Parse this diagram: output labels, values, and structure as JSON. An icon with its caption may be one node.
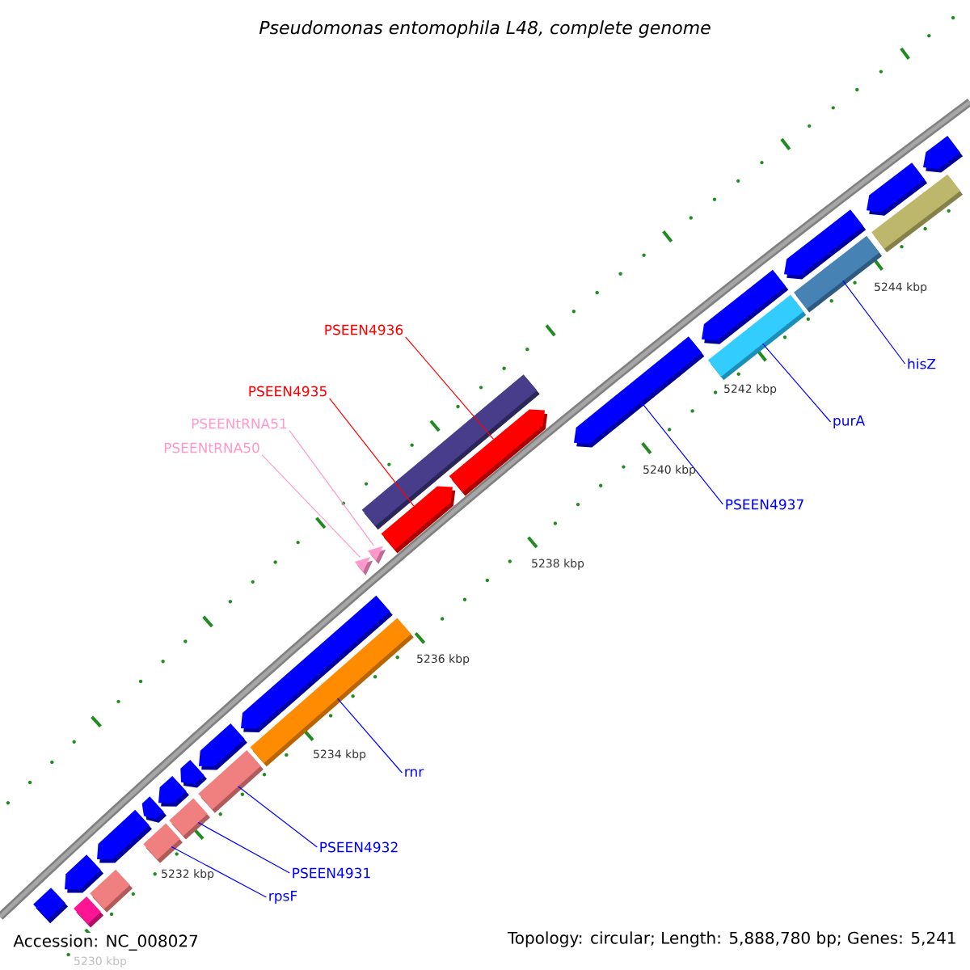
{
  "diagram": {
    "title": "Pseudomonas entomophila L48, complete genome",
    "nodes": [
      {
        "text": [],
        "shape": "bar"
      },
      {
        "text": [],
        "shape": "bar"
      },
      {
        "text": [],
        "shape": "bar"
      },
      {
        "text": [],
        "shape": "bar"
      },
      {
        "text": [],
        "shape": "bar"
      },
      {
        "text": [],
        "shape": "bar"
      },
      {
        "text": [],
        "shape": "bar"
      },
      {
        "text": [],
        "shape": "bar"
      },
      {
        "text": [],
        "shape": "bar"
      },
      {
        "text": [],
        "shape": "bar"
      },
      {
        "text": [],
        "shape": "bar"
      },
      {
        "text": [],
        "shape": "bar"
      },
      {
        "text": [],
        "shape": "bar"
      },
      {
        "text": [],
        "shape": "bar"
      },
      {
        "text": [],
        "shape": "bar"
      },
      {
        "text": [],
        "shape": "bar"
      },
      {
        "text": [],
        "shape": "bar"
      },
      {
        "text": [],
        "shape": "bar"
      },
      {
        "text": [],
        "shape": "bar"
      },
      {
        "text": [],
        "shape": "bar"
      },
      {
        "text": [],
        "shape": "bar"
      },
      {
        "text": [],
        "shape": "bar"
      },
      {
        "text": [],
        "shape": "bar"
      },
      {
        "text": [],
        "shape": "bar"
      },
      {
        "text": [],
        "shape": "bar"
      },
      {
        "text": [],
        "shape": "bar"
      },
      {
        "text": [],
        "shape": "bar"
      },
      {
        "text": [
          "PSEEN4936"
        ]
      },
      {
        "text": [
          "PSEEN4935"
        ]
      },
      {
        "text": [
          "PSEENtRNA51"
        ]
      },
      {
        "text": [
          "PSEENtRNA50"
        ]
      },
      {
        "text": [
          "PSEEN4937"
        ]
      },
      {
        "text": [
          "purA"
        ]
      },
      {
        "text": [
          "hisZ"
        ]
      },
      {
        "text": [
          "rnr"
        ]
      },
      {
        "text": [
          "PSEEN4932"
        ]
      },
      {
        "text": [
          "PSEEN4931"
        ]
      },
      {
        "text": [
          "rpsF"
        ]
      }
    ],
    "edges": [
      {
        "from": 27,
        "to": 25,
        "arrow": "none",
        "color": "#ff0000"
      },
      {
        "from": 28,
        "to": 24,
        "arrow": "none",
        "color": "#ff0000"
      },
      {
        "from": 29,
        "to": 23,
        "arrow": "none",
        "color": "#ff99cc"
      },
      {
        "from": 30,
        "to": 22,
        "arrow": "none",
        "color": "#ff99cc"
      },
      {
        "from": 31,
        "to": 8,
        "arrow": "none"
      },
      {
        "from": 32,
        "to": 19,
        "arrow": "none"
      },
      {
        "from": 33,
        "to": 20,
        "arrow": "none"
      },
      {
        "from": 34,
        "to": 18,
        "arrow": "none"
      },
      {
        "from": 35,
        "to": 17,
        "arrow": "none"
      },
      {
        "from": 36,
        "to": 16,
        "arrow": "none"
      },
      {
        "from": 37,
        "to": 15,
        "arrow": "none"
      }
    ],
    "labels": [
      "5244 kbp",
      "5242 kbp",
      "5240 kbp",
      "5238 kbp",
      "5236 kbp",
      "5234 kbp",
      "5232 kbp",
      "Accession: NC_008027",
      "Topology: circular; Length: 5,888,780 bp; Genes: 5,241",
      "5230 kbp"
    ]
  }
}
